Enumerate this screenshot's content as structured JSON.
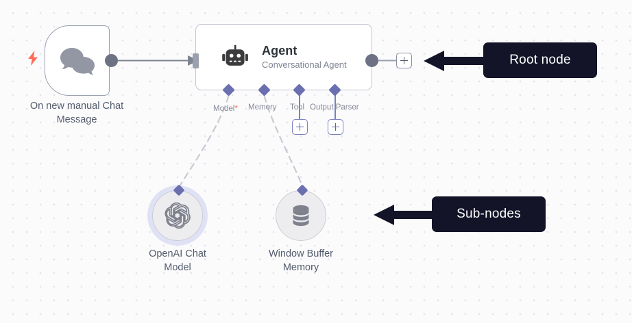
{
  "canvas": {
    "background_color": "#fbfbfc",
    "dot_color": "#e4e4ea"
  },
  "trigger_node": {
    "icon": "chat-bubbles-icon",
    "trigger_icon": "lightning-bolt-icon",
    "label": "On new manual Chat Message",
    "label_line1": "On new manual Chat",
    "label_line2": "Message",
    "label_color": "#525b6b",
    "border_color": "#9aa0ae"
  },
  "agent_node": {
    "icon": "robot-icon",
    "title": "Agent",
    "subtitle": "Conversational Agent",
    "title_color": "#2d3338",
    "subtitle_color": "#7d8491",
    "border_color": "#c3c5d2",
    "endpoints": [
      {
        "id": "model",
        "label": "Model",
        "required": true,
        "required_marker": "*",
        "has_plus": false
      },
      {
        "id": "memory",
        "label": "Memory",
        "required": false,
        "required_marker": "",
        "has_plus": false
      },
      {
        "id": "tool",
        "label": "Tool",
        "required": false,
        "required_marker": "",
        "has_plus": true
      },
      {
        "id": "parser",
        "label": "Output Parser",
        "required": false,
        "required_marker": "",
        "has_plus": true
      }
    ],
    "endpoint_color": "#6a6fb0",
    "endpoint_label_color": "#878b99",
    "required_color": "#ff6d5a"
  },
  "sub_nodes": [
    {
      "id": "openai-chat-model",
      "icon": "openai-logo-icon",
      "label": "OpenAI Chat Model",
      "label_line1": "OpenAI Chat",
      "label_line2": "Model",
      "selected": true,
      "connects_to": "model"
    },
    {
      "id": "window-buffer-memory",
      "icon": "database-icon",
      "label": "Window Buffer Memory",
      "label_line1": "Window Buffer",
      "label_line2": "Memory",
      "selected": false,
      "connects_to": "memory"
    }
  ],
  "plus_buttons": {
    "main_output": {
      "name": "add-node-after-agent",
      "glyph": "+"
    },
    "tool": {
      "name": "add-tool-node",
      "glyph": "+"
    },
    "output_parser": {
      "name": "add-output-parser-node",
      "glyph": "+"
    }
  },
  "annotations": [
    {
      "id": "root-node",
      "text": "Root node",
      "background": "#131428",
      "text_color": "#ffffff",
      "arrow_direction": "left"
    },
    {
      "id": "sub-nodes",
      "text": "Sub-nodes",
      "background": "#131428",
      "text_color": "#ffffff",
      "arrow_direction": "left"
    }
  ]
}
